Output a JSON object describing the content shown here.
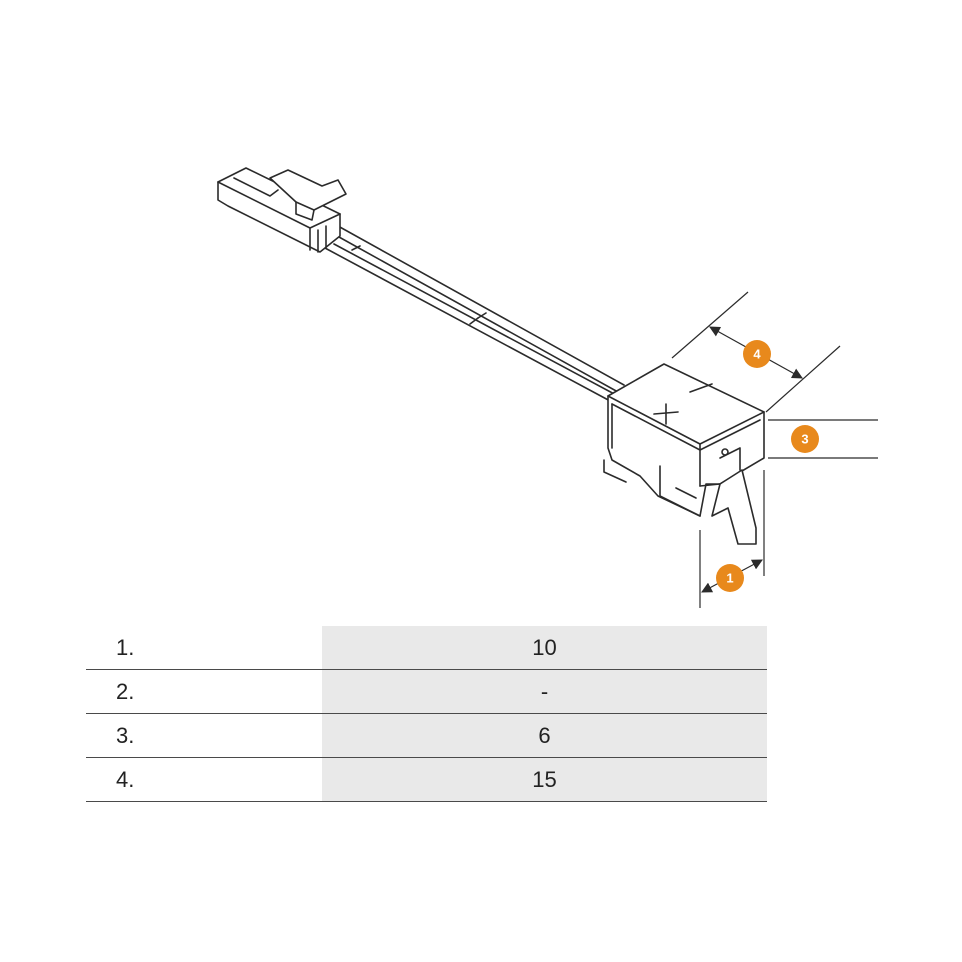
{
  "callouts": [
    {
      "label": "1"
    },
    {
      "label": "3"
    },
    {
      "label": "4"
    }
  ],
  "badge_color": "#e8891c",
  "table": {
    "rows": [
      {
        "index": "1.",
        "value": "10"
      },
      {
        "index": "2.",
        "value": "-"
      },
      {
        "index": "3.",
        "value": "6"
      },
      {
        "index": "4.",
        "value": "15"
      }
    ],
    "value_background": "#e9e9e9"
  }
}
